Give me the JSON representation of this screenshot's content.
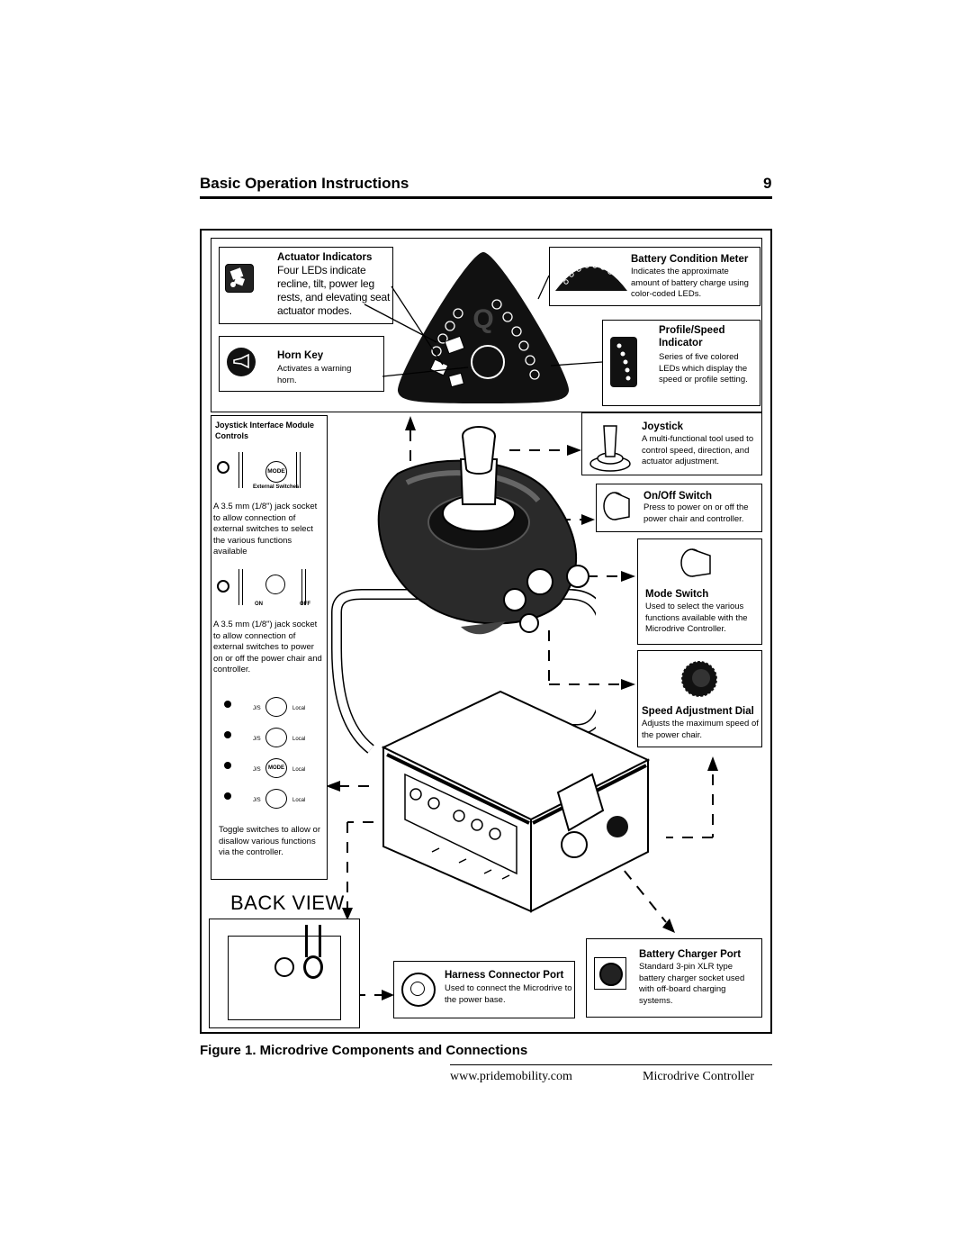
{
  "header": {
    "title": "Basic Operation Instructions",
    "page_number": "9"
  },
  "figure": {
    "caption": "Figure 1. Microdrive Components and Connections",
    "back_view_label": "BACK VIEW",
    "callouts": {
      "actuator": {
        "title": "Actuator Indicators",
        "text": "Four LEDs indicate recline, tilt, power leg rests, and elevating seat actuator modes."
      },
      "horn": {
        "title": "Horn Key",
        "text": "Activates a warning horn."
      },
      "battery_meter": {
        "title": "Battery Condition Meter",
        "text": "Indicates the approximate amount of battery charge using color-coded LEDs."
      },
      "profile_speed": {
        "title": "Profile/Speed Indicator",
        "text": "Series of five colored LEDs which display the speed or profile setting."
      },
      "joystick": {
        "title": "Joystick",
        "text": "A multi-functional tool used to control speed, direction, and actuator adjustment."
      },
      "onoff": {
        "title": "On/Off Switch",
        "text": "Press to power on or off the power chair and controller."
      },
      "mode": {
        "title": "Mode Switch",
        "text": "Used to select the various functions available with the Microdrive Controller."
      },
      "speed_dial": {
        "title": "Speed Adjustment Dial",
        "text": "Adjusts the maximum speed of the power chair."
      },
      "harness": {
        "title": "Harness Connector Port",
        "text": "Used to connect the Microdrive to the power base."
      },
      "charger": {
        "title": "Battery Charger Port",
        "text": "Standard 3-pin XLR type battery charger socket used with off-board charging systems."
      }
    },
    "jim": {
      "title": "Joystick Interface Module Controls",
      "mode_label": "MODE",
      "ext_switches": "External Switches",
      "jack1_text": "A 3.5 mm (1/8\") jack socket to allow connection of external switches to select the various functions available",
      "on_label": "ON",
      "off_label": "OFF",
      "jack2_text": "A 3.5 mm (1/8\") jack socket to allow connection of external switches to power on or off the power chair and controller.",
      "js_label": "J/S",
      "local_label": "Local",
      "toggle_text": "Toggle switches to allow or disallow various functions via the controller."
    }
  },
  "footer": {
    "url": "www.pridemobility.com",
    "product": "Microdrive Controller"
  }
}
